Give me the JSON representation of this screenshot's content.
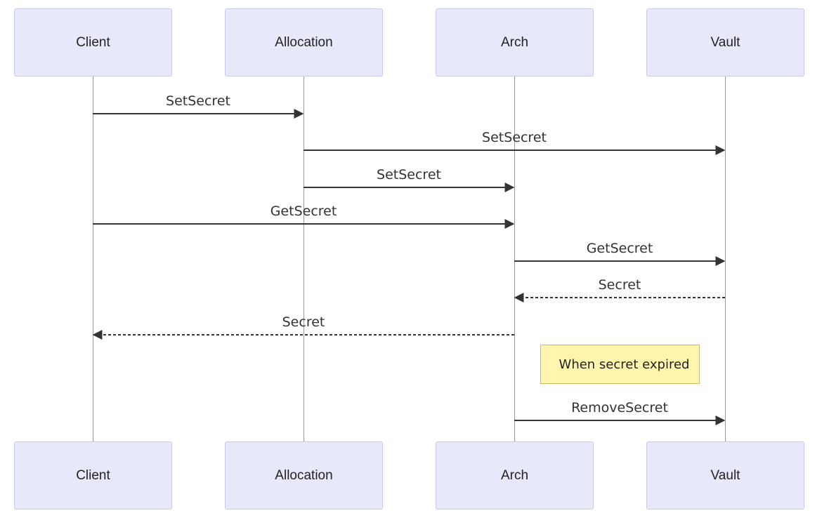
{
  "participants": [
    "Client",
    "Allocation",
    "Arch",
    "Vault"
  ],
  "messages": [
    {
      "from": "Client",
      "to": "Allocation",
      "label": "SetSecret",
      "style": "solid"
    },
    {
      "from": "Allocation",
      "to": "Vault",
      "label": "SetSecret",
      "style": "solid"
    },
    {
      "from": "Allocation",
      "to": "Arch",
      "label": "SetSecret",
      "style": "solid"
    },
    {
      "from": "Client",
      "to": "Arch",
      "label": "GetSecret",
      "style": "solid"
    },
    {
      "from": "Arch",
      "to": "Vault",
      "label": "GetSecret",
      "style": "solid"
    },
    {
      "from": "Vault",
      "to": "Arch",
      "label": "Secret",
      "style": "dashed"
    },
    {
      "from": "Arch",
      "to": "Client",
      "label": "Secret",
      "style": "dashed"
    },
    {
      "from": "Arch",
      "to": "Vault",
      "label": "RemoveSecret",
      "style": "solid"
    }
  ],
  "note": {
    "text": "When secret expired",
    "over": [
      "Arch",
      "Vault"
    ]
  },
  "colors": {
    "actor_fill": "#e8e8fb",
    "actor_border": "#c9c9ef",
    "lifeline": "#9a9a9a",
    "arrow": "#333333",
    "note_fill": "#fff5ad",
    "note_border": "#c8bd5a"
  }
}
